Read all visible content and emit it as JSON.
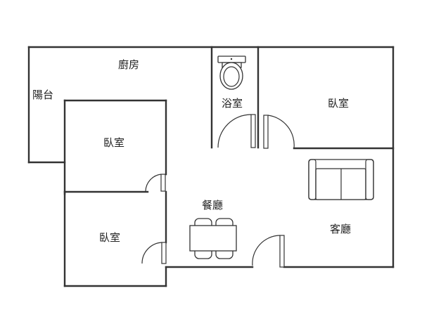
{
  "rooms": {
    "kitchen": "廚房",
    "balcony": "陽台",
    "bathroom": "浴室",
    "bedroom_top_right": "臥室",
    "bedroom_middle_left": "臥室",
    "bedroom_bottom_left": "臥室",
    "dining": "餐廳",
    "living": "客廳"
  },
  "icons": {
    "toilet": "toilet-icon",
    "sofa": "sofa-icon",
    "dining_set": "dining-table-icon"
  }
}
